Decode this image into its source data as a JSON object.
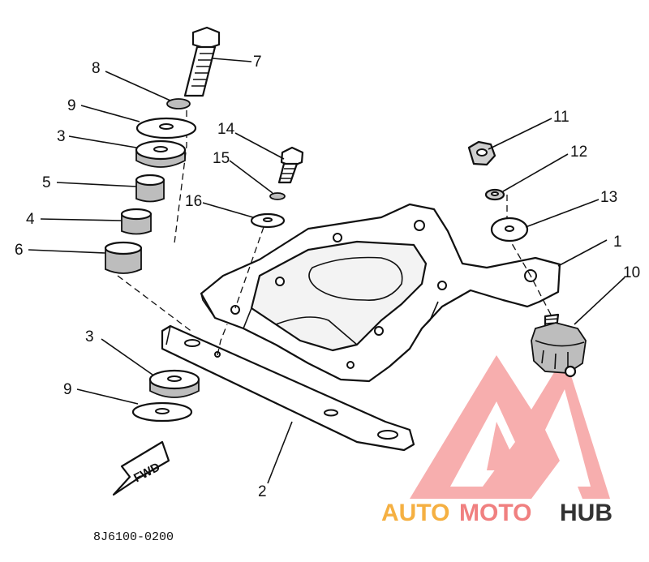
{
  "diagram": {
    "callouts": [
      "1",
      "2",
      "3",
      "4",
      "5",
      "6",
      "7",
      "8",
      "9",
      "10",
      "11",
      "12",
      "13",
      "14",
      "15",
      "16"
    ],
    "callout_3b": "3",
    "callout_9b": "9",
    "fwd_label": "FWD",
    "drawing_code": "8J6100-0200"
  },
  "watermark": {
    "part1": "AUTO",
    "part2": "MOTO",
    "part3": "HUB",
    "colors": {
      "auto": "#f5b042",
      "moto": "#f08080",
      "hub": "#333333",
      "logo": "#f26d6d"
    }
  }
}
